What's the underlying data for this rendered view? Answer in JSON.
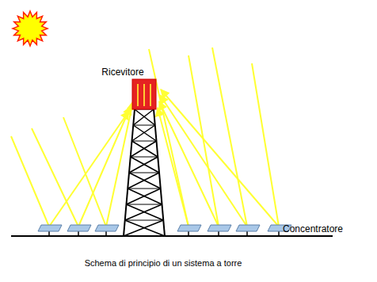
{
  "diagram": {
    "caption": "Schema di principio di un sistema a torre",
    "labels": [
      "Ricevitore",
      "Concentratore"
    ]
  }
}
